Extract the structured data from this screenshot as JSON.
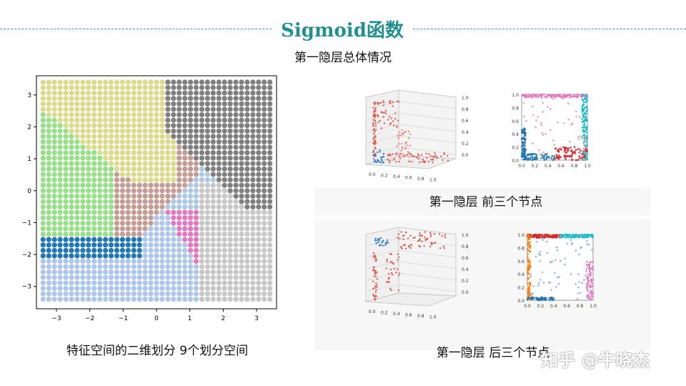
{
  "header": {
    "title": "Sigmoid函数",
    "subtitle": "第一隐层总体情况"
  },
  "captions": {
    "left": "特征空间的二维划分 9个划分空间",
    "top_right": "第一隐层 前三个节点",
    "bottom_right": "第一隐层 后三个节点"
  },
  "watermark": "知乎 @牛晓杰",
  "chart_data": [
    {
      "type": "scatter",
      "description_type": "region partition scatter",
      "x_ticks": [
        "−3",
        "−2",
        "−1",
        "0",
        "1",
        "2",
        "3"
      ],
      "y_ticks": [
        "3",
        "2",
        "1",
        "0",
        "−1",
        "−2",
        "−3"
      ],
      "xlim": [
        -3.6,
        3.6
      ],
      "ylim": [
        -3.7,
        3.6
      ],
      "regions": [
        {
          "color": "#dbdb8d"
        },
        {
          "color": "#9edae5"
        },
        {
          "color": "#7f7f7f"
        },
        {
          "color": "#98df8a"
        },
        {
          "color": "#c49c94"
        },
        {
          "color": "#c7c7c7"
        },
        {
          "color": "#1f77b4"
        },
        {
          "color": "#e377c2"
        },
        {
          "color": "#aec7e8"
        }
      ]
    },
    {
      "type": "scatter",
      "description_type": "3d scatter (first three nodes)",
      "z_ticks": [
        "1.0",
        "0.8",
        "0.6",
        "0.4",
        "0.2",
        "0.0"
      ],
      "x_ticks": [
        "0.0",
        "0.2",
        "0.4",
        "0.6",
        "0.8",
        "1.0"
      ]
    },
    {
      "type": "scatter",
      "description_type": "projection (first three nodes)",
      "y_ticks": [
        "1.0",
        "0.8",
        "0.6",
        "0.4",
        "0.2",
        "0.0"
      ],
      "x_ticks": [
        "0.0",
        "0.2",
        "0.4",
        "0.6",
        "0.8",
        "1.0"
      ]
    },
    {
      "type": "scatter",
      "description_type": "3d scatter (last three nodes)",
      "z_ticks": [
        "1.0",
        "0.8",
        "0.6",
        "0.4",
        "0.2",
        "0.0"
      ],
      "x_ticks": [
        "0.0",
        "0.2",
        "0.4",
        "0.6",
        "0.8",
        "1.0"
      ]
    },
    {
      "type": "scatter",
      "description_type": "projection (last three nodes)",
      "y_ticks": [
        "1.0",
        "0.8",
        "0.6",
        "0.4",
        "0.2",
        "0.0"
      ],
      "x_ticks": [
        "0.0",
        "0.2",
        "0.4",
        "0.6",
        "0.8",
        "1.0"
      ]
    }
  ]
}
